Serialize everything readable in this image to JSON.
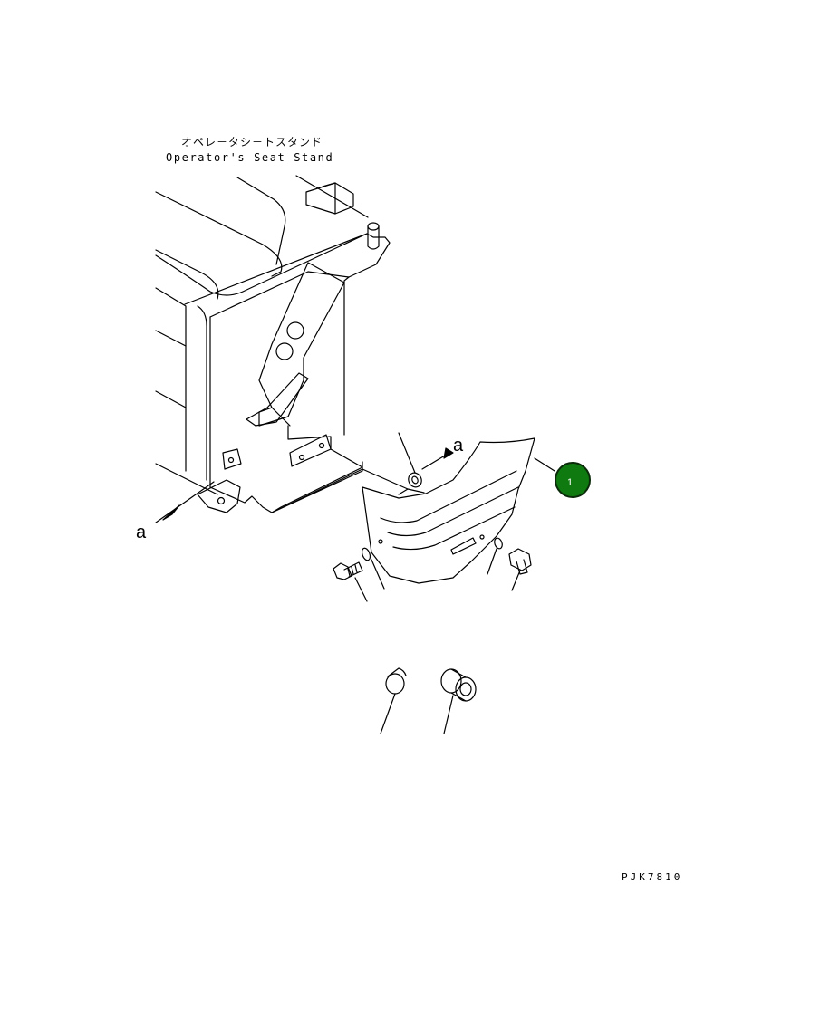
{
  "labels": {
    "seat_stand_jp": "オペレ－タシ－トスタンド",
    "seat_stand_en": "Operator's Seat Stand",
    "view_marker_1": "a",
    "view_marker_2": "a"
  },
  "part_badge": {
    "number": "1",
    "color": "#0f7a0f"
  },
  "drawing_id": "PJK7810",
  "icons": [
    "cover-plate-icon",
    "bolt-icon",
    "washer-icon",
    "grommet-icon",
    "bushing-icon"
  ]
}
